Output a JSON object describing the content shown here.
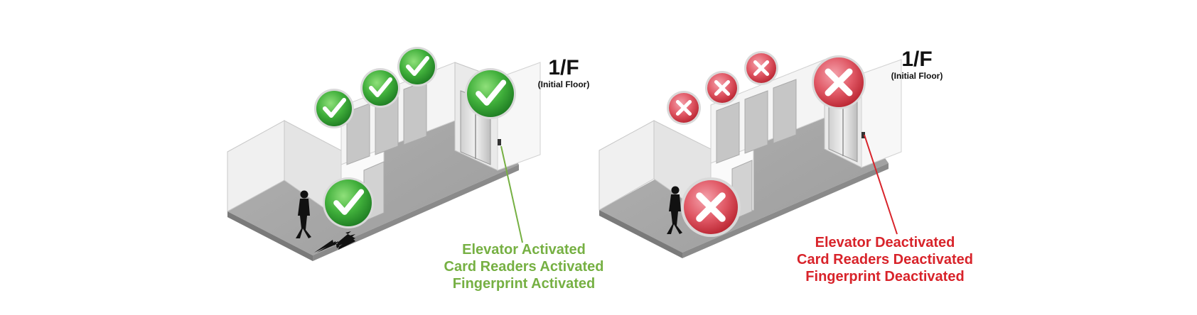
{
  "panels": {
    "left": {
      "floor_label": "1/F",
      "floor_sub": "(Initial Floor)",
      "lines": [
        "Elevator Activated",
        "Card Readers Activated",
        "Fingerprint Activated"
      ]
    },
    "right": {
      "floor_label": "1/F",
      "floor_sub": "(Initial Floor)",
      "lines": [
        "Elevator Deactivated",
        "Card Readers Deactivated",
        "Fingerprint Deactivated"
      ]
    }
  },
  "colors": {
    "activated": "#76b043",
    "deactivated": "#d8232a"
  },
  "icons": {
    "activated": "check-icon",
    "deactivated": "cross-icon"
  }
}
